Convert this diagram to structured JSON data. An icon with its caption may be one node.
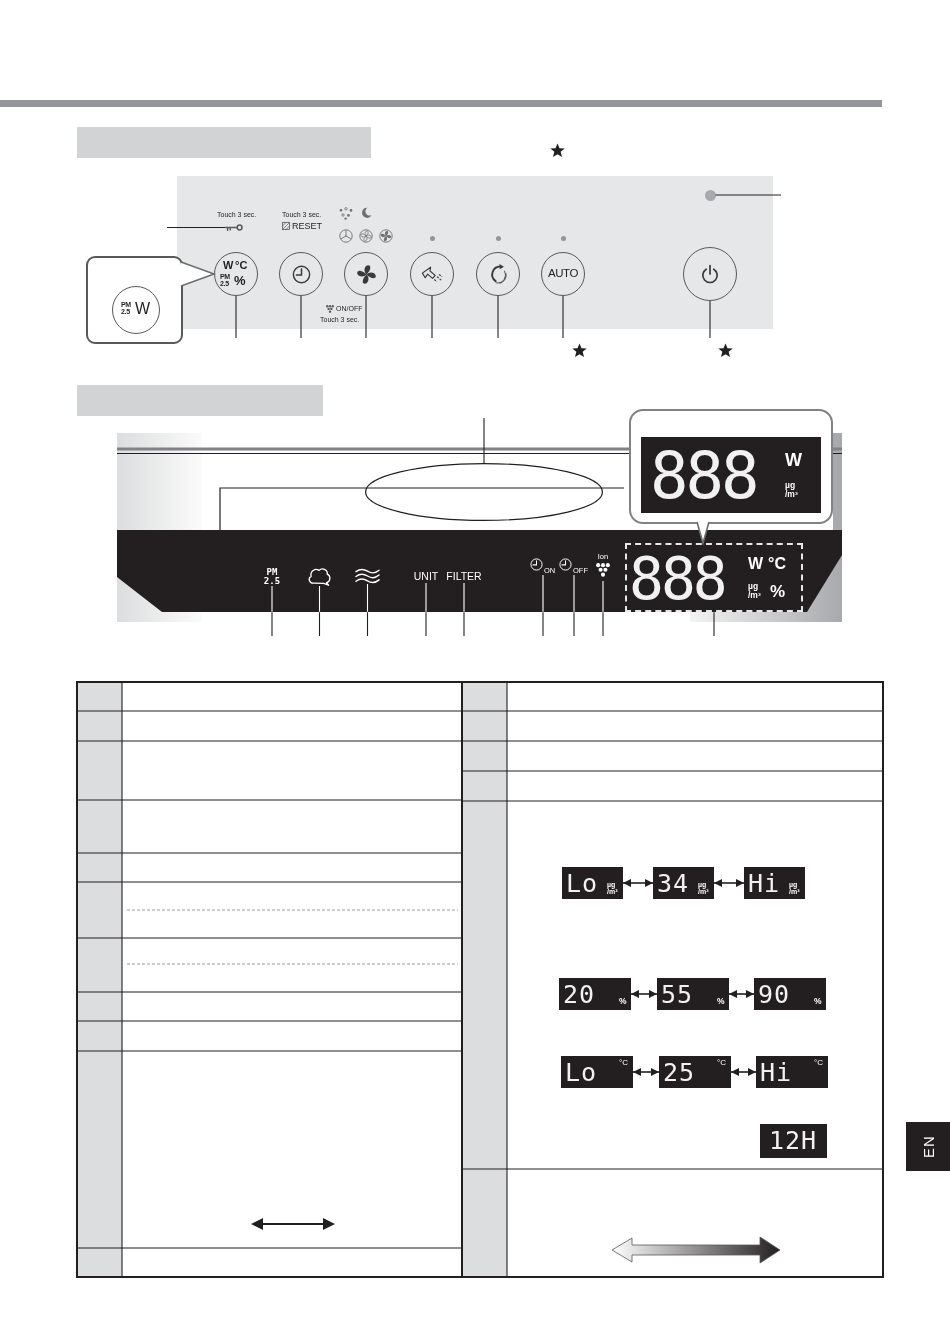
{
  "diagram": {
    "nodes": [
      {
        "text": [],
        "shape": "bar"
      },
      {
        "text": [],
        "shape": "box"
      },
      {
        "text": [],
        "shape": "picture",
        "beside": [
          "Touch 3 sec."
        ],
        "in": 1
      },
      {
        "text": [
          "W",
          "°C",
          "PM 2.5",
          "%"
        ],
        "in": 1
      },
      {
        "text": [],
        "shape": "circle",
        "beside": [
          "Touch 3 sec.",
          "RESET"
        ],
        "in": 1
      },
      {
        "text": [],
        "shape": "circle",
        "beside": [
          "ON/OFF",
          "Touch 3 sec."
        ],
        "in": 1
      },
      {
        "text": [],
        "shape": "circle",
        "in": 1
      },
      {
        "text": [],
        "shape": "circle",
        "in": 1
      },
      {
        "text": [
          "AUTO"
        ],
        "in": 1
      },
      {
        "text": [],
        "shape": "circle",
        "in": 1
      },
      {
        "text": [],
        "shape": "circle",
        "in": 1
      },
      {
        "text": [],
        "shape": "box"
      },
      {
        "text": [
          "PM 2.5",
          "W"
        ],
        "in": 11
      },
      {
        "text": [],
        "shape": "bar"
      },
      {
        "text": [],
        "shape": "ellipse"
      },
      {
        "text": [
          "888",
          "W",
          "µg /m³"
        ]
      },
      {
        "text": [],
        "shape": "bar"
      },
      {
        "text": [
          "PM 2.5"
        ],
        "in": 16
      },
      {
        "text": [],
        "shape": "cloud",
        "in": 16
      },
      {
        "text": [],
        "shape": "picture",
        "in": 16
      },
      {
        "text": [
          "UNIT"
        ],
        "in": 16
      },
      {
        "text": [
          "FILTER"
        ],
        "in": 16
      },
      {
        "text": [
          "ON"
        ],
        "in": 16
      },
      {
        "text": [
          "OFF"
        ],
        "in": 16
      },
      {
        "text": [
          "Ion"
        ],
        "in": 16
      },
      {
        "text": [
          "888",
          "W",
          "°C",
          "µg /m³",
          "%"
        ],
        "in": 16
      },
      {
        "text": [
          "Lo",
          "µg /m³"
        ]
      },
      {
        "text": [
          "34",
          "µg /m³"
        ]
      },
      {
        "text": [
          "Hi",
          "µg /m³"
        ]
      },
      {
        "text": [
          "20",
          "%"
        ]
      },
      {
        "text": [
          "55",
          "%"
        ]
      },
      {
        "text": [
          "90",
          "%"
        ]
      },
      {
        "text": [
          "Lo",
          "°C"
        ]
      },
      {
        "text": [
          "25",
          "°C"
        ]
      },
      {
        "text": [
          "Hi",
          "°C"
        ]
      },
      {
        "text": [
          "12H"
        ]
      }
    ],
    "edges": [
      {
        "from": null,
        "to": 2,
        "arrow": "none"
      },
      {
        "from": null,
        "to": 3,
        "arrow": "none"
      },
      {
        "from": null,
        "to": 4,
        "arrow": "none"
      },
      {
        "from": null,
        "to": 5,
        "arrow": "none"
      },
      {
        "from": null,
        "to": 6,
        "arrow": "none"
      },
      {
        "from": null,
        "to": 7,
        "arrow": "none"
      },
      {
        "from": null,
        "to": 8,
        "arrow": "none"
      },
      {
        "from": null,
        "to": 9,
        "arrow": "none"
      },
      {
        "from": null,
        "to": 10,
        "arrow": "none"
      },
      {
        "from": 11,
        "to": 3,
        "arrow": "to"
      },
      {
        "from": null,
        "to": 14,
        "arrow": "none"
      },
      {
        "from": 15,
        "to": 25,
        "arrow": "to"
      },
      {
        "from": null,
        "to": 17,
        "arrow": "none"
      },
      {
        "from": null,
        "to": 18,
        "arrow": "none"
      },
      {
        "from": null,
        "to": 19,
        "arrow": "none"
      },
      {
        "from": null,
        "to": 20,
        "arrow": "none"
      },
      {
        "from": null,
        "to": 21,
        "arrow": "none"
      },
      {
        "from": null,
        "to": 22,
        "arrow": "none"
      },
      {
        "from": null,
        "to": 23,
        "arrow": "none"
      },
      {
        "from": null,
        "to": 24,
        "arrow": "none"
      },
      {
        "from": null,
        "to": 25,
        "arrow": "none"
      },
      {
        "from": 26,
        "to": 27,
        "arrow": "both"
      },
      {
        "from": 27,
        "to": 28,
        "arrow": "both"
      },
      {
        "from": 29,
        "to": 30,
        "arrow": "both"
      },
      {
        "from": 30,
        "to": 31,
        "arrow": "both"
      },
      {
        "from": 32,
        "to": 33,
        "arrow": "both"
      },
      {
        "from": 33,
        "to": 34,
        "arrow": "both"
      }
    ],
    "labels": [
      "EN"
    ]
  }
}
